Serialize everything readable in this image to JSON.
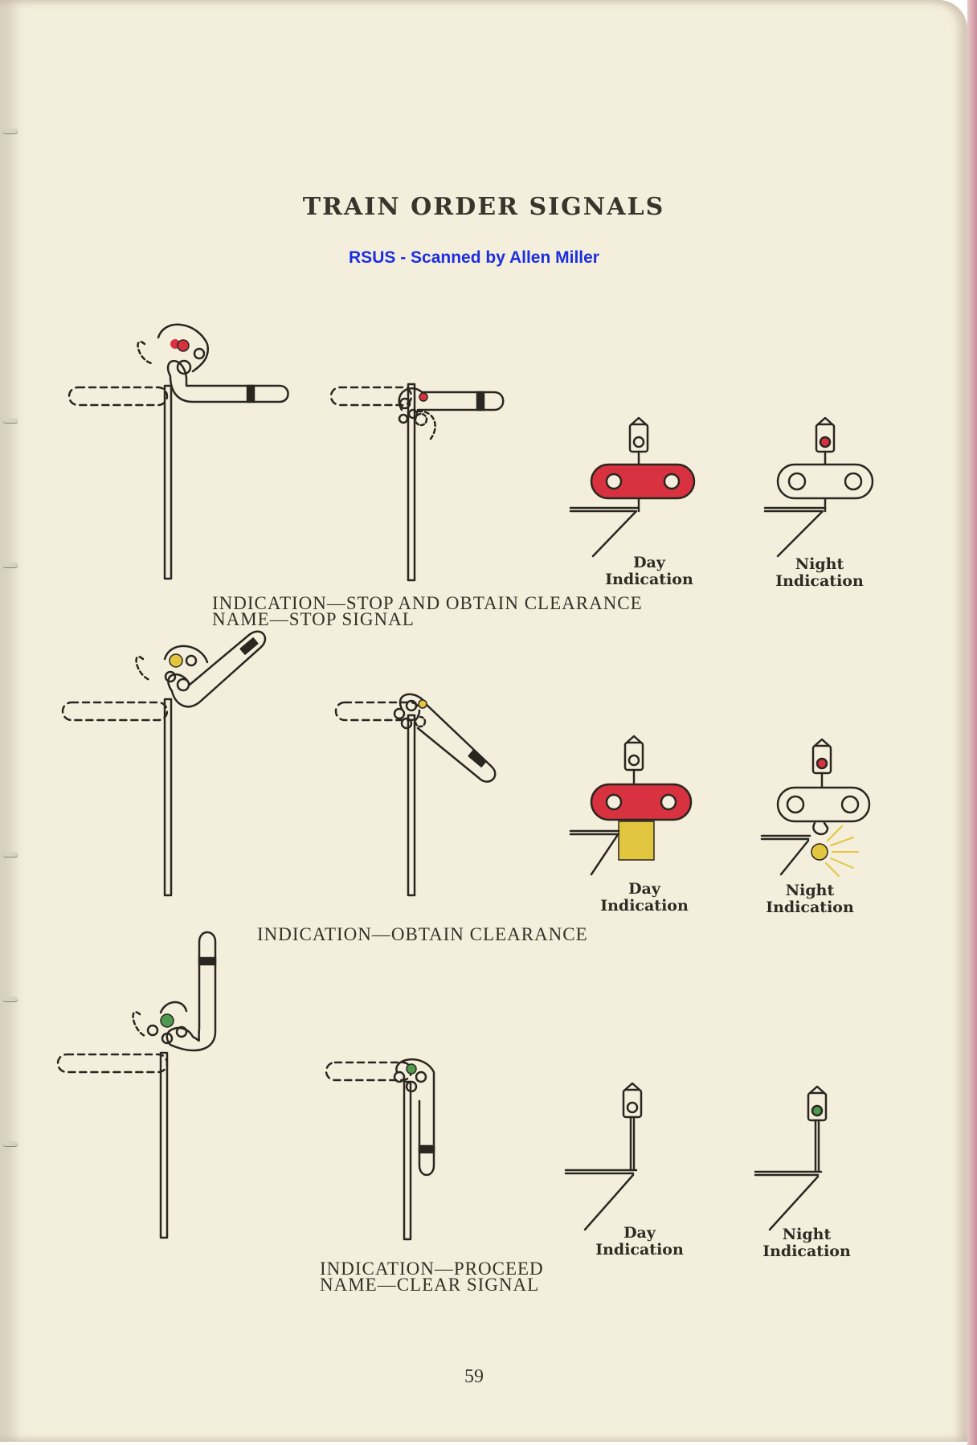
{
  "page": {
    "title": "TRAIN ORDER SIGNALS",
    "credit": "RSUS - Scanned by Allen Miller",
    "page_number": "59"
  },
  "rows": [
    {
      "indication": "INDICATION—STOP AND OBTAIN CLEARANCE",
      "name": "NAME—STOP SIGNAL",
      "day_label": [
        "Day",
        "Indication"
      ],
      "night_label": [
        "Night",
        "Indication"
      ]
    },
    {
      "indication": "INDICATION—OBTAIN CLEARANCE",
      "day_label": [
        "Day",
        "Indication"
      ],
      "night_label": [
        "Night",
        "Indication"
      ]
    },
    {
      "indication": "INDICATION—PROCEED",
      "name": "NAME—CLEAR SIGNAL",
      "day_label": [
        "Day",
        "Indication"
      ],
      "night_label": [
        "Night",
        "Indication"
      ]
    }
  ],
  "colors": {
    "paper": "#f4efdc",
    "ink": "#333027",
    "red": "#d8313f",
    "yellow": "#e3c640",
    "green": "#4f9a4f",
    "credit_blue": "#1d2ee0"
  }
}
